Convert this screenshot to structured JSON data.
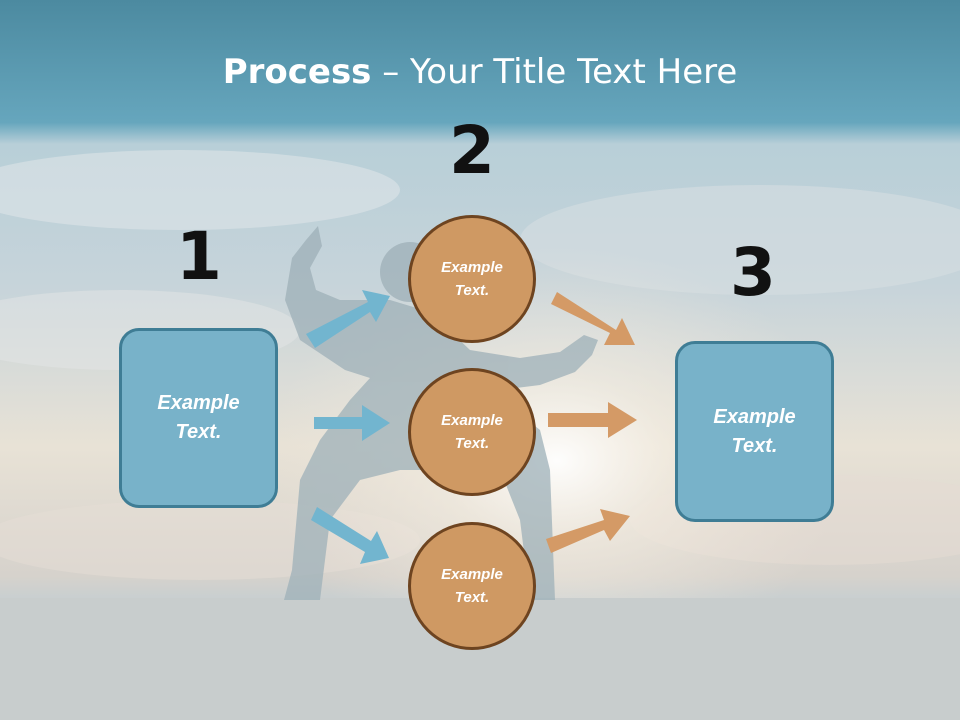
{
  "slide": {
    "title_bold": "Process",
    "title_rest": " – Your Title Text Here"
  },
  "steps": {
    "one": {
      "number": "1",
      "text": "Example Text."
    },
    "two": {
      "number": "2",
      "circles": [
        "Example Text.",
        "Example Text.",
        "Example Text."
      ]
    },
    "three": {
      "number": "3",
      "text": "Example Text."
    }
  },
  "colors": {
    "box_fill": "#78b2c9",
    "box_border": "#3f7d95",
    "circle_fill": "#cf9963",
    "circle_border": "#6e4420",
    "blue_arrow": "#72b5cf",
    "orange_arrow": "#d49a66"
  }
}
